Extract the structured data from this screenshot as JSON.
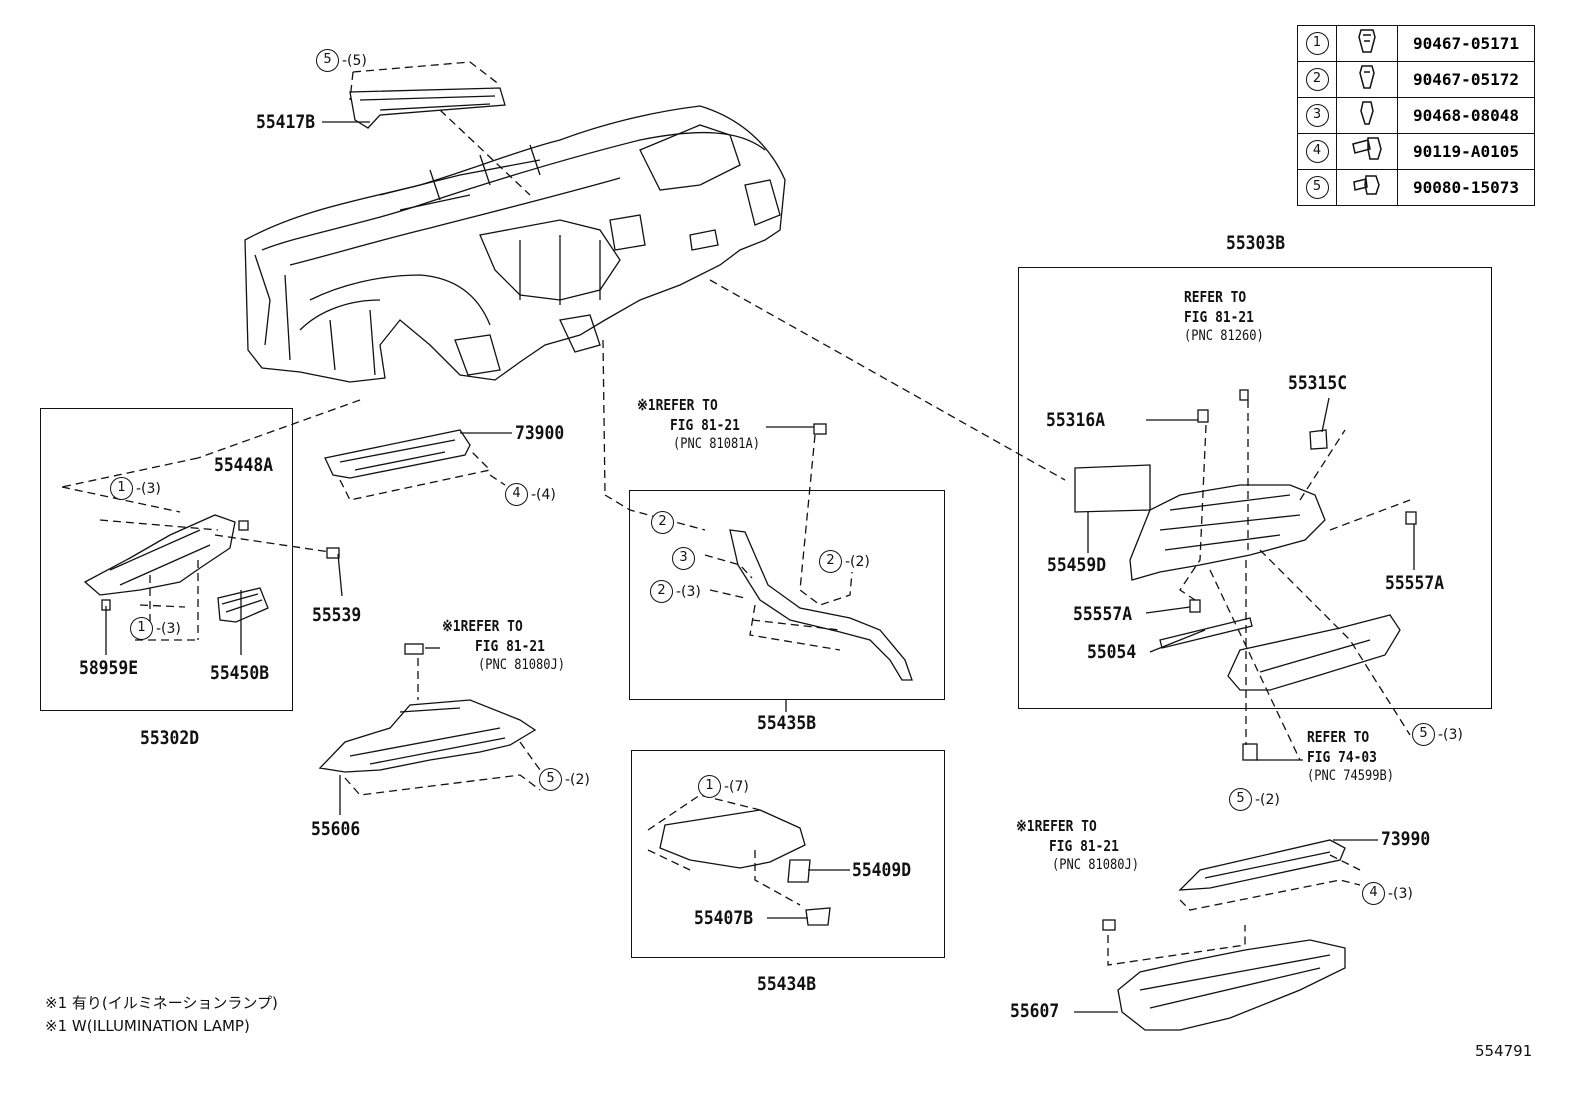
{
  "legend": [
    {
      "num": "1",
      "part": "90467-05171",
      "icon": "clip-icon"
    },
    {
      "num": "2",
      "part": "90467-05172",
      "icon": "clip-icon"
    },
    {
      "num": "3",
      "part": "90468-08048",
      "icon": "clip-icon"
    },
    {
      "num": "4",
      "part": "90119-A0105",
      "icon": "bolt-icon"
    },
    {
      "num": "5",
      "part": "90080-15073",
      "icon": "screw-icon"
    }
  ],
  "parts": {
    "p55417B": "55417B",
    "p73900": "73900",
    "p55448A": "55448A",
    "p55539": "55539",
    "p58959E": "58959E",
    "p55450B": "55450B",
    "p55302D": "55302D",
    "p55606": "55606",
    "p55435B": "55435B",
    "p55409D": "55409D",
    "p55407B": "55407B",
    "p55434B": "55434B",
    "p55303B": "55303B",
    "p55315C": "55315C",
    "p55316A": "55316A",
    "p55459D": "55459D",
    "p55557A_right": "55557A",
    "p55557A_left": "55557A",
    "p55054": "55054",
    "p73990": "73990",
    "p55607": "55607"
  },
  "fastener_callouts": {
    "c1": {
      "num": "5",
      "qty": "-(5)"
    },
    "c2": {
      "num": "1",
      "qty": "-(3)"
    },
    "c3": {
      "num": "1",
      "qty": "-(3)"
    },
    "c4": {
      "num": "4",
      "qty": "-(4)"
    },
    "c5": {
      "num": "5",
      "qty": "-(2)"
    },
    "c6": {
      "num": "2",
      "qty": ""
    },
    "c7": {
      "num": "3",
      "qty": ""
    },
    "c8": {
      "num": "2",
      "qty": "-(3)"
    },
    "c9": {
      "num": "2",
      "qty": "-(2)"
    },
    "c10": {
      "num": "1",
      "qty": "-(7)"
    },
    "c11": {
      "num": "5",
      "qty": "-(3)"
    },
    "c12": {
      "num": "5",
      "qty": "-(2)"
    },
    "c13": {
      "num": "4",
      "qty": "-(3)"
    }
  },
  "refs": {
    "r1": {
      "line1": "※1REFER TO",
      "line2": "FIG 81-21",
      "line3": "(PNC 81081A)"
    },
    "r2": {
      "line1": "※1REFER TO",
      "line2": "FIG 81-21",
      "line3": "(PNC 81080J)"
    },
    "r3": {
      "line1": "REFER TO",
      "line2": "FIG 81-21",
      "line3": "(PNC 81260)"
    },
    "r4": {
      "line1": "REFER TO",
      "line2": "FIG 74-03",
      "line3": "(PNC 74599B)"
    },
    "r5": {
      "line1": "※1REFER TO",
      "line2": "FIG 81-21",
      "line3": "(PNC 81080J)"
    }
  },
  "notes": {
    "line1": "※1 有り(イルミネーションランプ)",
    "line2": "※1 W(ILLUMINATION LAMP)"
  },
  "diagram_id": "554791"
}
